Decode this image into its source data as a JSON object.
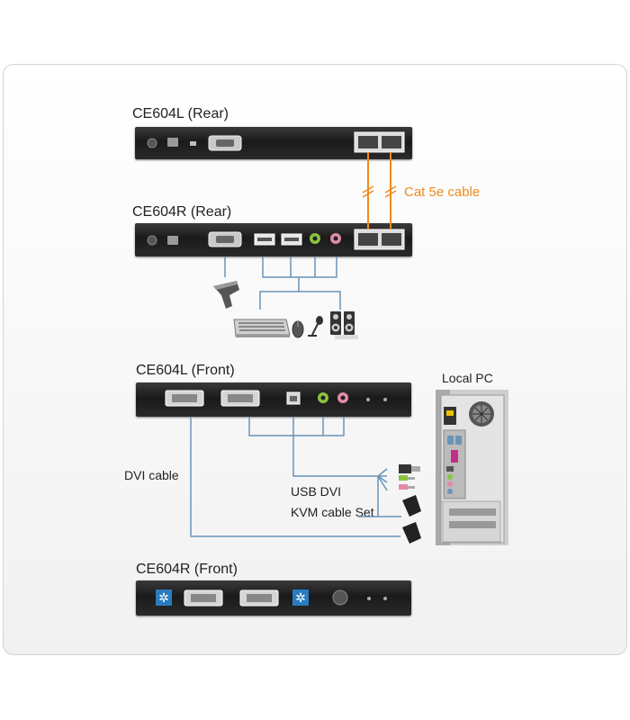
{
  "devices": {
    "ce604l_rear": "CE604L (Rear)",
    "ce604r_rear": "CE604R (Rear)",
    "ce604l_front": "CE604L (Front)",
    "ce604r_front": "CE604R (Front)"
  },
  "labels": {
    "cat5e": "Cat 5e cable",
    "local_pc": "Local PC",
    "dvi_cable": "DVI cable",
    "kvm_cable_line1": "USB DVI",
    "kvm_cable_line2": "KVM cable Set"
  },
  "colors": {
    "cat5e": "#f08a1c",
    "connector": "#6b93b8",
    "device_body": "#222222"
  },
  "icons": [
    "scanner-icon",
    "keyboard-icon",
    "mouse-icon",
    "microphone-icon",
    "speakers-icon",
    "computer-tower-icon"
  ]
}
